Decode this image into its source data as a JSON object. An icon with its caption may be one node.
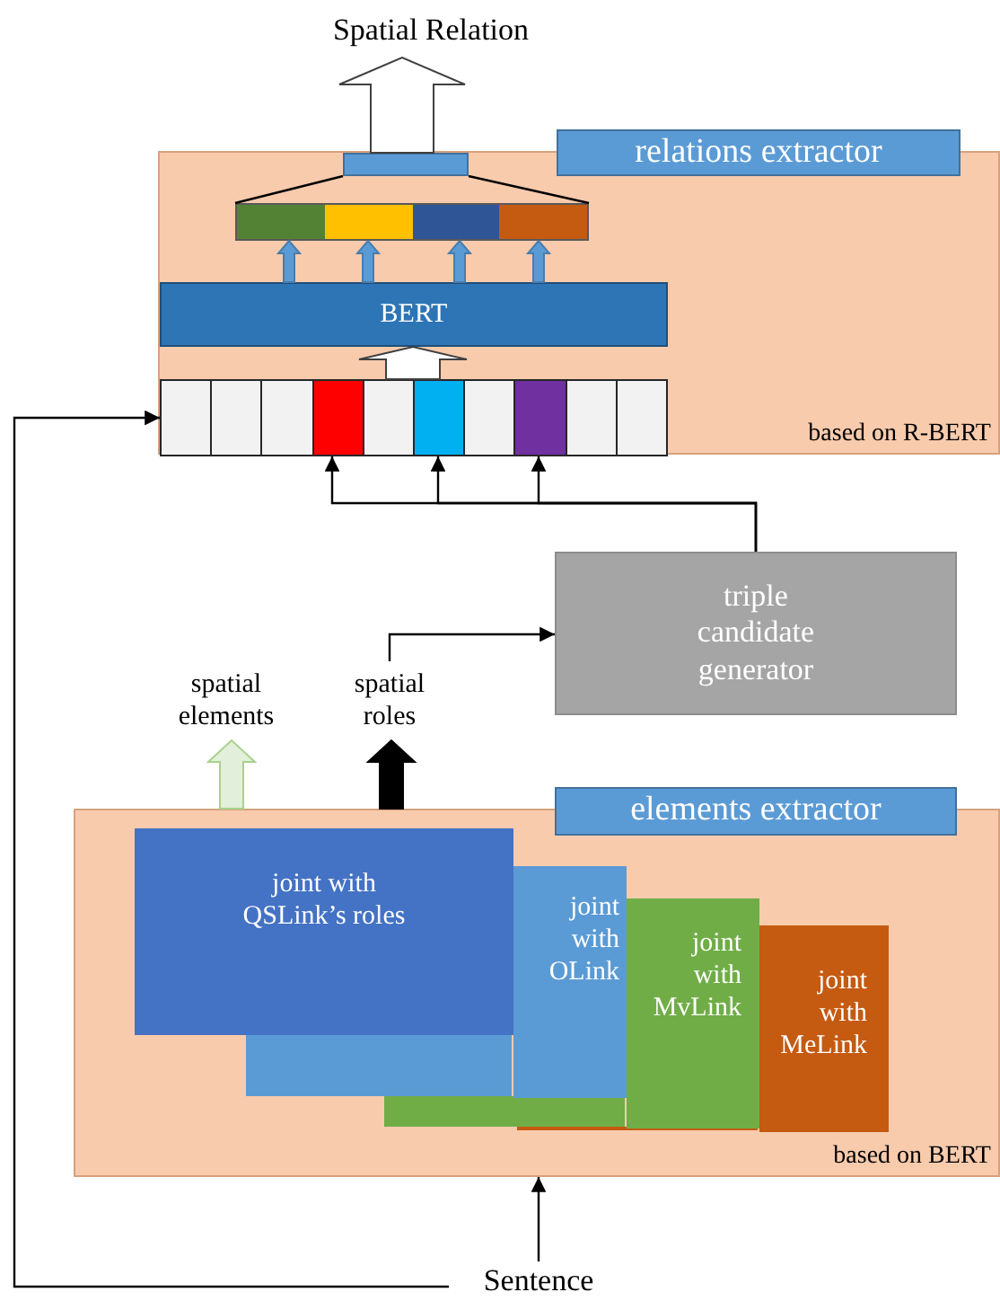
{
  "diagram": {
    "nodes": [
      {
        "text": [
          "Spatial Relation"
        ]
      },
      {
        "text": [
          "based on R-BERT"
        ]
      },
      {
        "text": [
          "relations extractor"
        ]
      },
      {
        "text": [],
        "shape": "bar",
        "in": 1
      },
      {
        "text": [],
        "shape": "bar",
        "in": 1
      },
      {
        "text": [
          "BERT"
        ],
        "in": 1
      },
      {
        "text": [],
        "shape": "bar",
        "in": 1
      },
      {
        "text": [
          "triple candidate generator"
        ]
      },
      {
        "text": [
          "spatial elements"
        ]
      },
      {
        "text": [
          "spatial roles"
        ]
      },
      {
        "text": [
          "based on BERT"
        ]
      },
      {
        "text": [
          "elements extractor"
        ]
      },
      {
        "text": [
          "joint with QSLink’s roles"
        ],
        "in": 10
      },
      {
        "text": [
          "joint with OLink"
        ],
        "in": 10
      },
      {
        "text": [
          "joint with MvLink"
        ],
        "in": 10
      },
      {
        "text": [
          "joint with MeLink"
        ],
        "in": 10
      },
      {
        "text": [
          "Sentence"
        ]
      }
    ],
    "edges": [
      {
        "from": 3,
        "to": 0,
        "arrow": "to",
        "style": "thick",
        "color": "#ffffff"
      },
      {
        "from": 5,
        "to": 4,
        "arrow": "to",
        "style": "thick",
        "color": "#5b9bd5"
      },
      {
        "from": 5,
        "to": 4,
        "arrow": "to",
        "style": "thick",
        "color": "#5b9bd5"
      },
      {
        "from": 5,
        "to": 4,
        "arrow": "to",
        "style": "thick",
        "color": "#5b9bd5"
      },
      {
        "from": 5,
        "to": 4,
        "arrow": "to",
        "style": "thick",
        "color": "#5b9bd5"
      },
      {
        "from": 6,
        "to": 5,
        "arrow": "to",
        "style": "thick",
        "color": "#ffffff"
      },
      {
        "from": 7,
        "to": 6,
        "arrow": "to"
      },
      {
        "from": 7,
        "to": 6,
        "arrow": "to"
      },
      {
        "from": 7,
        "to": 6,
        "arrow": "to"
      },
      {
        "from": 9,
        "to": 7,
        "arrow": "to"
      },
      {
        "from": 10,
        "to": 8,
        "arrow": "to",
        "style": "thick",
        "color": "#e2efda"
      },
      {
        "from": 10,
        "to": 9,
        "arrow": "to",
        "style": "thick",
        "color": "#000000"
      },
      {
        "from": 16,
        "to": 10,
        "arrow": "to"
      },
      {
        "from": 16,
        "to": 6,
        "arrow": "to"
      },
      {
        "from": 4,
        "to": 3,
        "arrow": "none"
      },
      {
        "from": 4,
        "to": 3,
        "arrow": "none"
      }
    ]
  }
}
